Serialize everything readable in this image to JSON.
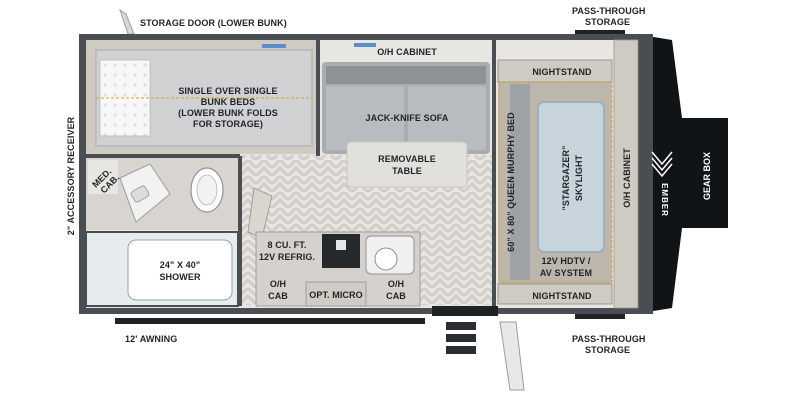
{
  "labels": {
    "storage_door": "STORAGE DOOR (LOWER BUNK)",
    "pass_through_top_1": "PASS-THROUGH",
    "pass_through_top_2": "STORAGE",
    "pass_through_bottom_1": "PASS-THROUGH",
    "pass_through_bottom_2": "STORAGE",
    "oh_cabinet_top": "O/H CABINET",
    "bunk_1": "SINGLE OVER SINGLE",
    "bunk_2": "BUNK BEDS",
    "bunk_3": "(LOWER BUNK FOLDS",
    "bunk_4": "FOR STORAGE)",
    "sofa": "JACK-KNIFE SOFA",
    "table_1": "REMOVABLE",
    "table_2": "TABLE",
    "nightstand_top": "NIGHTSTAND",
    "nightstand_bottom": "NIGHTSTAND",
    "murphy_bed": "60\" X 80\" QUEEN MURPHY BED",
    "skylight_1": "\"STARGAZER\"",
    "skylight_2": "SKYLIGHT",
    "oh_cabinet_right": "O/H CABINET",
    "gear_box": "GEAR BOX",
    "brand": "EMBER",
    "accessory_receiver": "2\" ACCESSORY RECEIVER",
    "med_cab_1": "MED.",
    "med_cab_2": "CAB.",
    "shower_1": "24\" X 40\"",
    "shower_2": "SHOWER",
    "refrig_1": "8 CU. FT.",
    "refrig_2": "12V REFRIG.",
    "oh_cab_left_1": "O/H",
    "oh_cab_left_2": "CAB",
    "opt_micro": "OPT. MICRO",
    "oh_cab_right_1": "O/H",
    "oh_cab_right_2": "CAB",
    "hdtv_1": "12V HDTV /",
    "hdtv_2": "AV SYSTEM",
    "awning": "12' AWNING"
  },
  "colors": {
    "wall": "#4a4e52",
    "floor": "#e8e6e2",
    "chevron": "#d6d3ce",
    "bunk": "#cfcac2",
    "mattress": "#cfd1d3",
    "sofa": "#a9adb1",
    "table": "#e2e0dc",
    "counter": "#e9e9e9",
    "shower": "#e6ecee",
    "dark": "#1f2326",
    "gearbox": "#111417",
    "accent": "#d6a52c"
  }
}
